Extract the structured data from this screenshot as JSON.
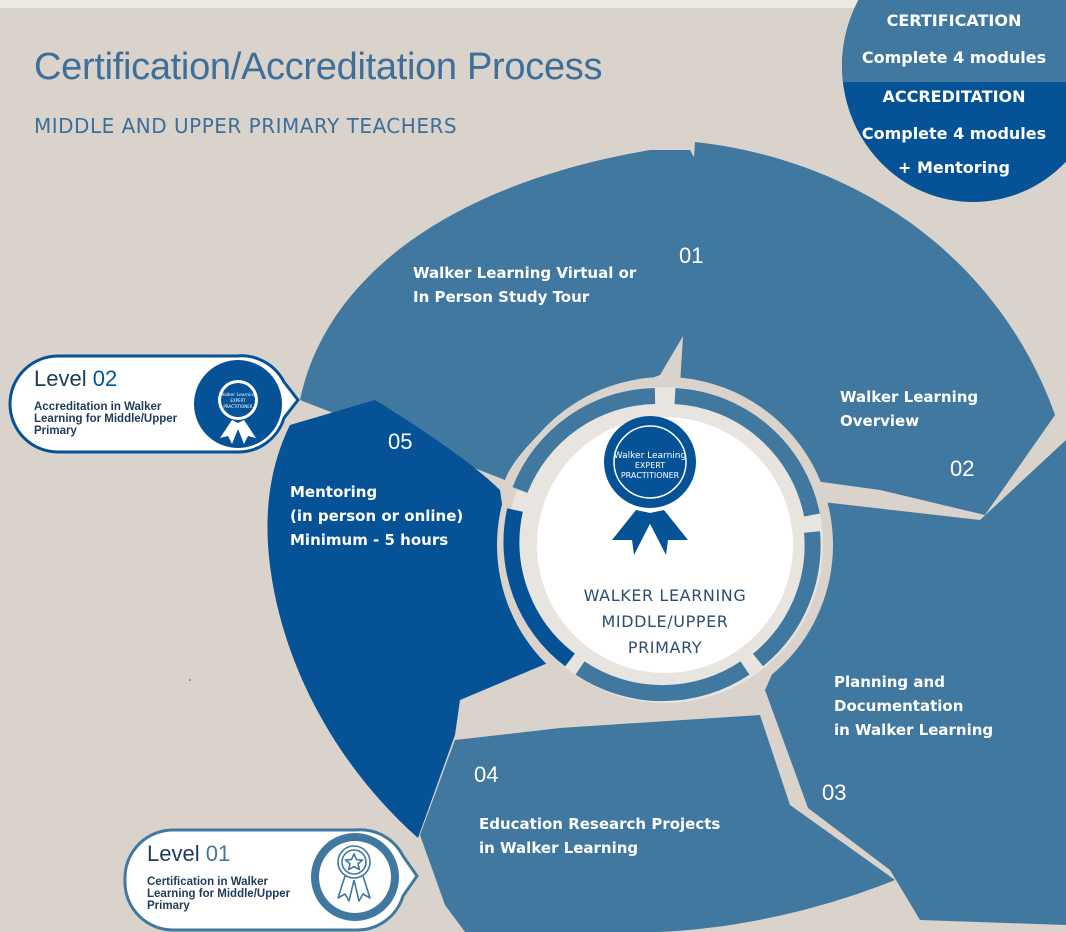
{
  "title": "Certification/Accreditation Process",
  "subtitle": "MIDDLE AND UPPER PRIMARY TEACHERS",
  "legend": {
    "certification_heading": "CERTIFICATION",
    "certification_text": "Complete 4 modules",
    "accreditation_heading": "ACCREDITATION",
    "accreditation_text": "Complete 4 modules",
    "accreditation_extra": "+ Mentoring"
  },
  "steps": [
    {
      "number": "01",
      "lines": [
        "Walker Learning Virtual or",
        "In Person Study Tour"
      ]
    },
    {
      "number": "02",
      "lines": [
        "Walker Learning",
        "Overview"
      ]
    },
    {
      "number": "03",
      "lines": [
        "Planning and",
        "Documentation",
        "in Walker Learning"
      ]
    },
    {
      "number": "04",
      "lines": [
        "Education Research Projects",
        "in Walker Learning"
      ]
    },
    {
      "number": "05",
      "lines": [
        "Mentoring",
        "(in person or online)",
        "Minimum - 5 hours"
      ]
    }
  ],
  "center": {
    "badge_line1": "Walker Learning",
    "badge_line2": "EXPERT",
    "badge_line3": "PRACTITIONER",
    "lines": [
      "WALKER LEARNING",
      "MIDDLE/UPPER",
      "PRIMARY"
    ]
  },
  "levels": [
    {
      "word": "Level",
      "number": "02",
      "description": "Accreditation in Walker Learning for Middle/Upper Primary",
      "badge_line1": "Walker Learning",
      "badge_line2": "EXPERT",
      "badge_line3": "PRACTITIONER"
    },
    {
      "word": "Level",
      "number": "01",
      "description": "Certification in Walker Learning for Middle/Upper Primary"
    }
  ],
  "colors": {
    "background": "#d9d3cc",
    "module_blue": "#40789f",
    "mentoring_blue": "#055396",
    "title_blue": "#3e6e9a"
  }
}
